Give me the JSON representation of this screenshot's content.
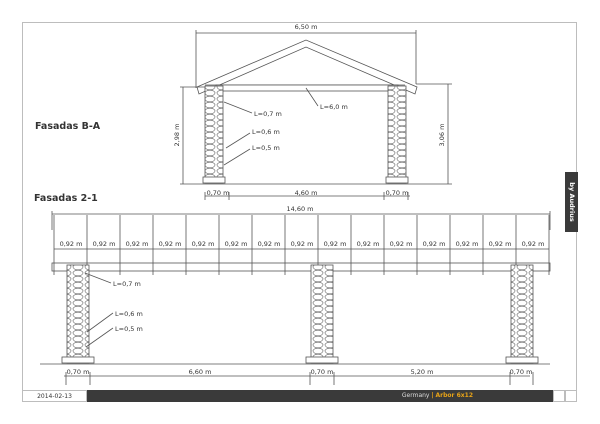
{
  "sections": {
    "top": {
      "title": "Fasadas B-A"
    },
    "bottom": {
      "title": "Fasadas 2-1"
    }
  },
  "top_elevation": {
    "overall_width": "6,50 m",
    "left_height": "2,98 m",
    "right_height": "3,06 m",
    "beam_label": "L=6,0 m",
    "log_labels": [
      "L=0,7 m",
      "L=0,6 m",
      "L=0,5 m"
    ],
    "bottom_dims": [
      "0,70 m",
      "4,60 m",
      "0,70 m"
    ]
  },
  "bottom_elevation": {
    "overall_width": "14,60 m",
    "rafter_spacing": [
      "0,92 m",
      "0,92 m",
      "0,92 m",
      "0,92 m",
      "0,92 m",
      "0,92 m",
      "0,92 m",
      "0,92 m",
      "0,92 m",
      "0,92 m",
      "0,92 m",
      "0,92 m",
      "0,92 m",
      "0,92 m",
      "0,92 m"
    ],
    "log_labels": [
      "L=0,7 m",
      "L=0,6 m",
      "L=0,5 m"
    ],
    "bottom_dims": [
      "0,70 m",
      "6,60 m",
      "0,70 m",
      "5,20 m",
      "0,70 m"
    ]
  },
  "footer": {
    "date": "2014-02-13",
    "country": "Germany",
    "separator": "|",
    "project": "Arbor 6x12"
  },
  "side_tab": {
    "label": "by Audrius"
  },
  "colors": {
    "line": "#555555",
    "dark_bar": "#3a3a3a",
    "accent": "#e8a317"
  }
}
